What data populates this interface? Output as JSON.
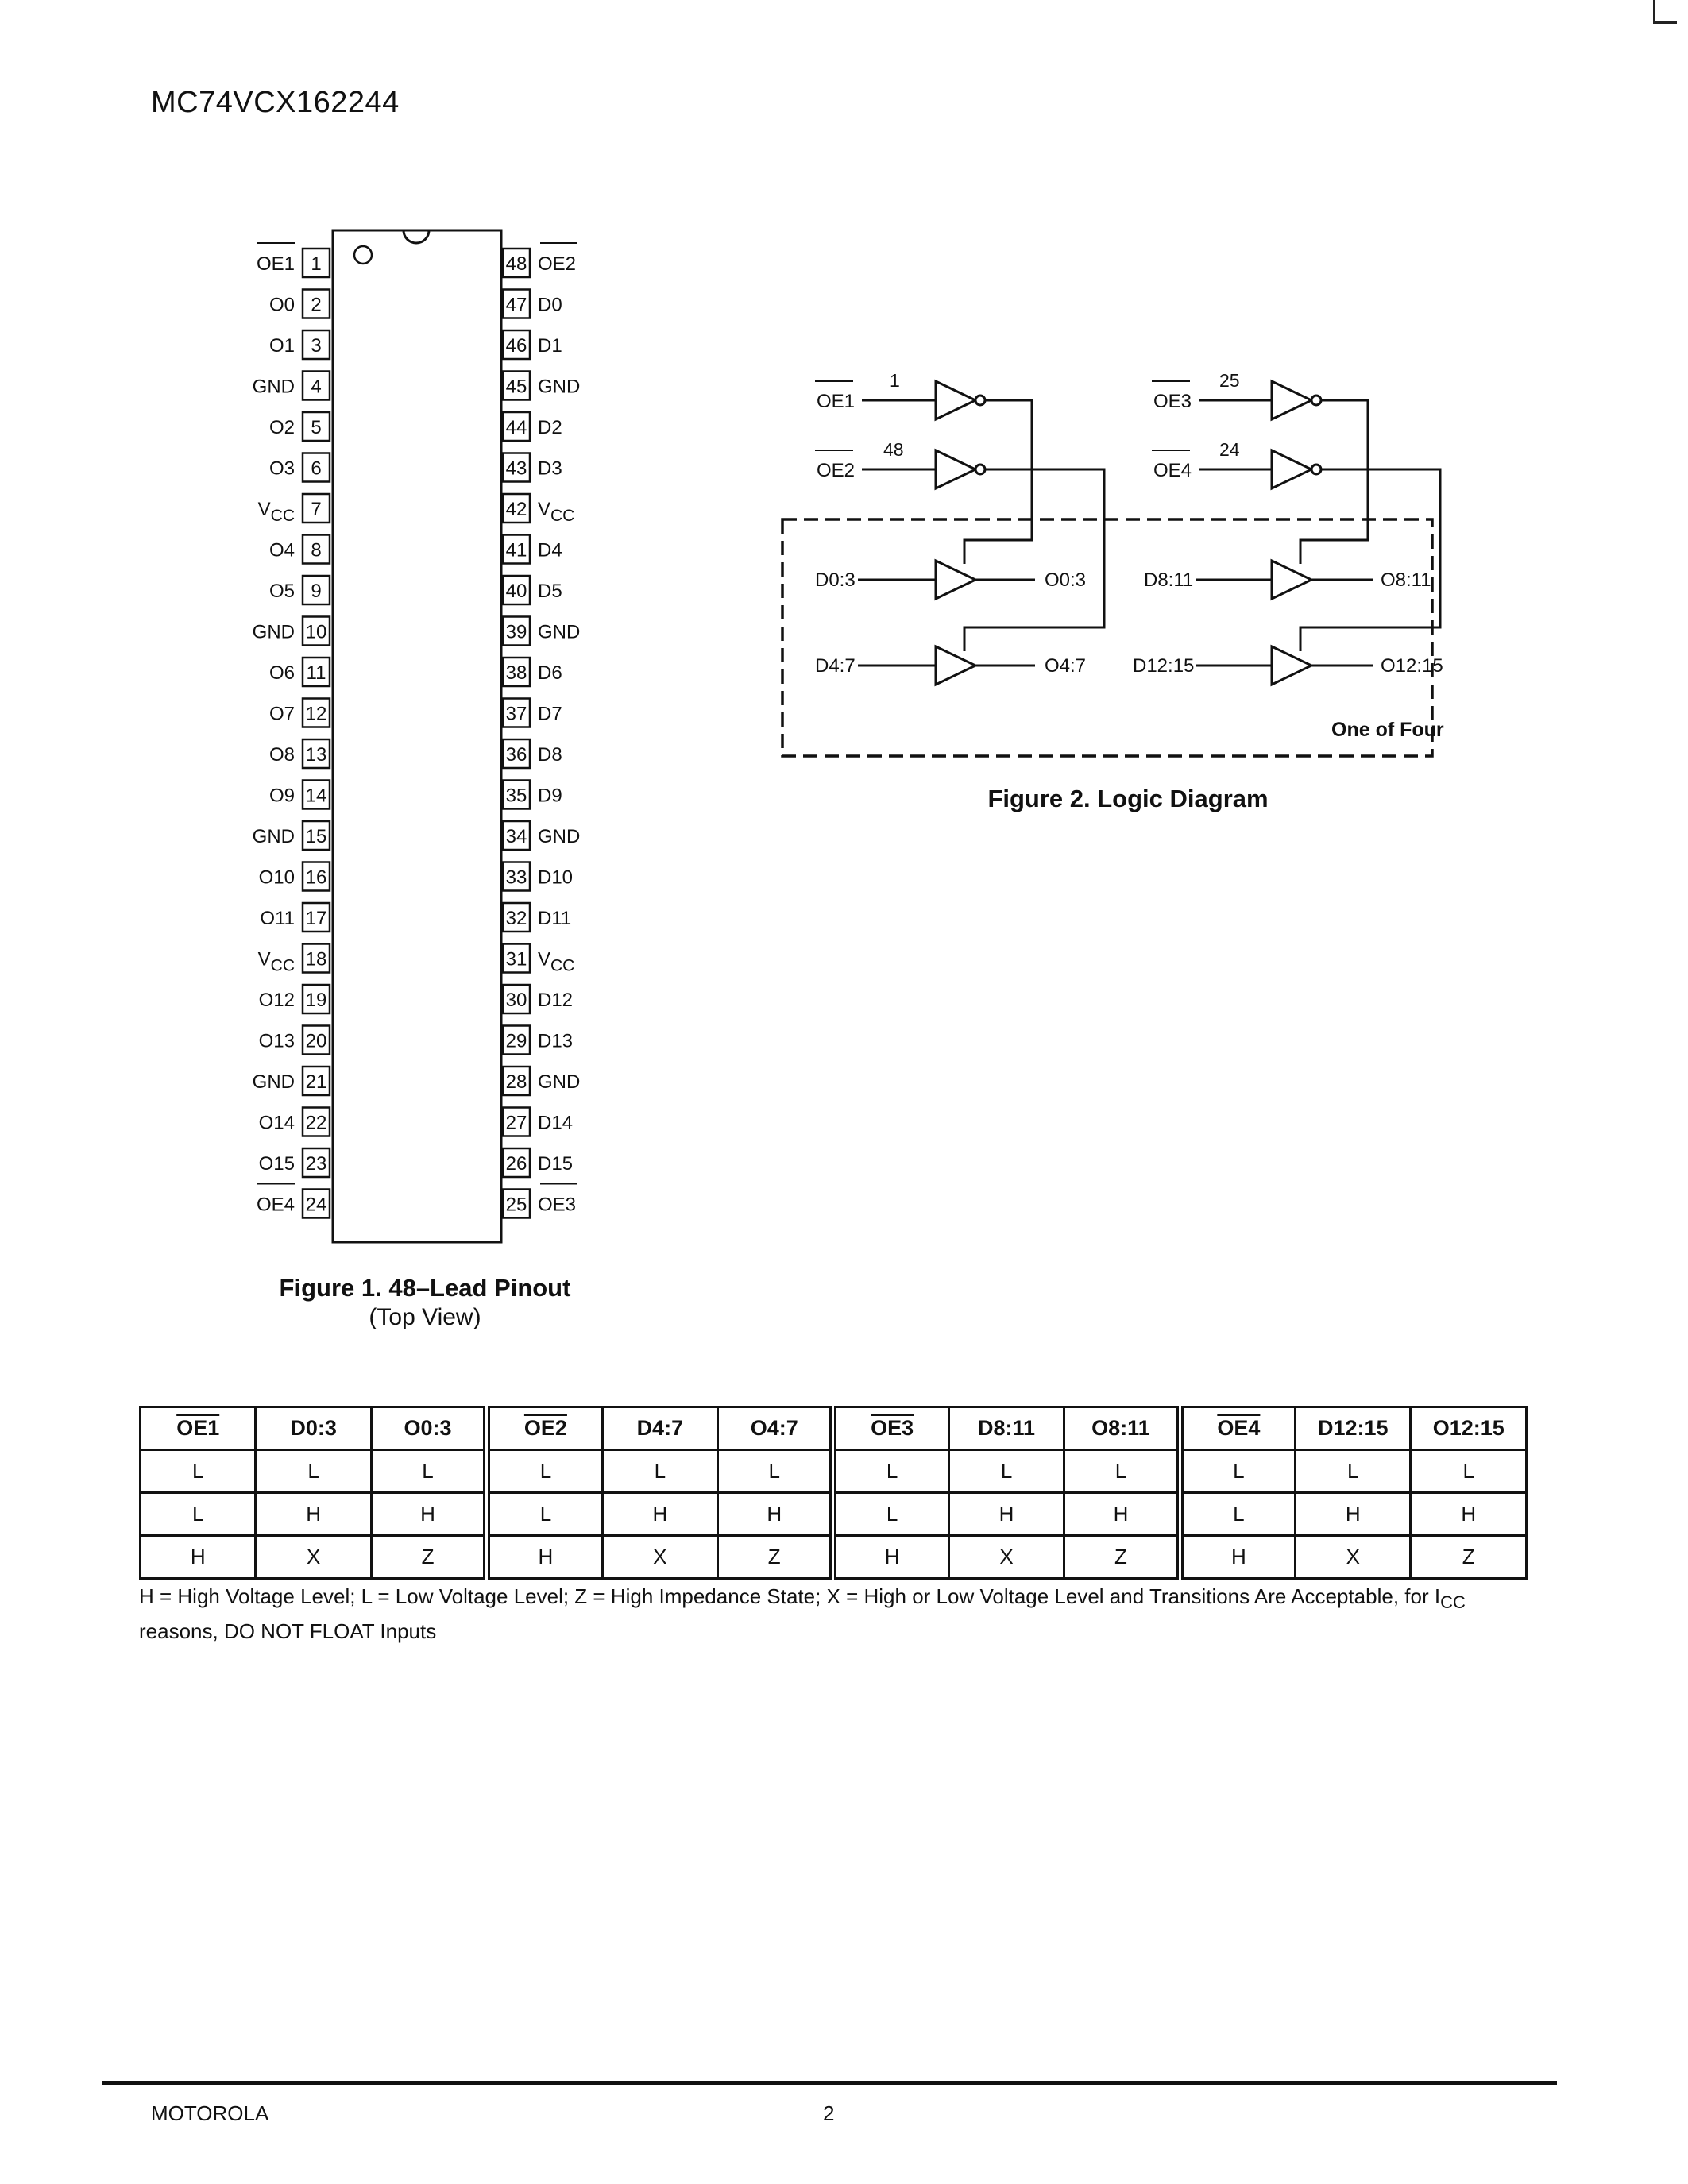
{
  "page": {
    "title": "MC74VCX162244",
    "footer_company": "MOTOROLA",
    "footer_page": "2"
  },
  "pinout": {
    "left_pins": [
      {
        "num": "1",
        "name": "OE1",
        "overline": true
      },
      {
        "num": "2",
        "name": "O0"
      },
      {
        "num": "3",
        "name": "O1"
      },
      {
        "num": "4",
        "name": "GND"
      },
      {
        "num": "5",
        "name": "O2"
      },
      {
        "num": "6",
        "name": "O3"
      },
      {
        "num": "7",
        "name": "V",
        "sub": "CC"
      },
      {
        "num": "8",
        "name": "O4"
      },
      {
        "num": "9",
        "name": "O5"
      },
      {
        "num": "10",
        "name": "GND"
      },
      {
        "num": "11",
        "name": "O6"
      },
      {
        "num": "12",
        "name": "O7"
      },
      {
        "num": "13",
        "name": "O8"
      },
      {
        "num": "14",
        "name": "O9"
      },
      {
        "num": "15",
        "name": "GND"
      },
      {
        "num": "16",
        "name": "O10"
      },
      {
        "num": "17",
        "name": "O11"
      },
      {
        "num": "18",
        "name": "V",
        "sub": "CC"
      },
      {
        "num": "19",
        "name": "O12"
      },
      {
        "num": "20",
        "name": "O13"
      },
      {
        "num": "21",
        "name": "GND"
      },
      {
        "num": "22",
        "name": "O14"
      },
      {
        "num": "23",
        "name": "O15"
      },
      {
        "num": "24",
        "name": "OE4",
        "overline": true
      }
    ],
    "right_pins": [
      {
        "num": "48",
        "name": "OE2",
        "overline": true
      },
      {
        "num": "47",
        "name": "D0"
      },
      {
        "num": "46",
        "name": "D1"
      },
      {
        "num": "45",
        "name": "GND"
      },
      {
        "num": "44",
        "name": "D2"
      },
      {
        "num": "43",
        "name": "D3"
      },
      {
        "num": "42",
        "name": "V",
        "sub": "CC"
      },
      {
        "num": "41",
        "name": "D4"
      },
      {
        "num": "40",
        "name": "D5"
      },
      {
        "num": "39",
        "name": "GND"
      },
      {
        "num": "38",
        "name": "D6"
      },
      {
        "num": "37",
        "name": "D7"
      },
      {
        "num": "36",
        "name": "D8"
      },
      {
        "num": "35",
        "name": "D9"
      },
      {
        "num": "34",
        "name": "GND"
      },
      {
        "num": "33",
        "name": "D10"
      },
      {
        "num": "32",
        "name": "D11"
      },
      {
        "num": "31",
        "name": "V",
        "sub": "CC"
      },
      {
        "num": "30",
        "name": "D12"
      },
      {
        "num": "29",
        "name": "D13"
      },
      {
        "num": "28",
        "name": "GND"
      },
      {
        "num": "27",
        "name": "D14"
      },
      {
        "num": "26",
        "name": "D15"
      },
      {
        "num": "25",
        "name": "OE3",
        "overline": true
      }
    ],
    "caption": "Figure 1. 48–Lead Pinout",
    "subcaption": "(Top View)"
  },
  "logic": {
    "caption": "Figure 2. Logic Diagram",
    "one_of_four": "One of Four",
    "oe1": "OE1",
    "oe1_pin": "1",
    "oe2": "OE2",
    "oe2_pin": "48",
    "oe3": "OE3",
    "oe3_pin": "25",
    "oe4": "OE4",
    "oe4_pin": "24",
    "d03": "D0:3",
    "o03": "O0:3",
    "d47": "D4:7",
    "o47": "O4:7",
    "d811": "D8:11",
    "o811": "O8:11",
    "d1215": "D12:15",
    "o1215": "O12:15"
  },
  "truth_table": {
    "headers": [
      "OE1",
      "D0:3",
      "O0:3",
      "OE2",
      "D4:7",
      "O4:7",
      "OE3",
      "D8:11",
      "O8:11",
      "OE4",
      "D12:15",
      "O12:15"
    ],
    "rows": [
      [
        "L",
        "L",
        "L",
        "L",
        "L",
        "L",
        "L",
        "L",
        "L",
        "L",
        "L",
        "L"
      ],
      [
        "L",
        "H",
        "H",
        "L",
        "H",
        "H",
        "L",
        "H",
        "H",
        "L",
        "H",
        "H"
      ],
      [
        "H",
        "X",
        "Z",
        "H",
        "X",
        "Z",
        "H",
        "X",
        "Z",
        "H",
        "X",
        "Z"
      ]
    ],
    "note": "H = High Voltage Level; L = Low Voltage Level; Z = High Impedance State; X = High or Low Voltage Level and Transitions Are Acceptable, for I",
    "note_sub": "CC",
    "note_line2": "reasons, DO NOT FLOAT Inputs"
  }
}
